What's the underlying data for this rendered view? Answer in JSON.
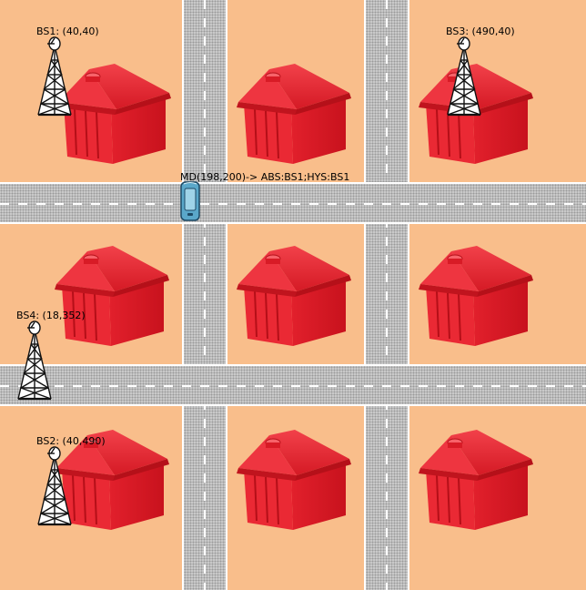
{
  "scene": {
    "background_color": "#f9be8b",
    "road_color": "#c9c9c9",
    "house_color": "#e8232f",
    "base_stations": [
      {
        "id": "bs1",
        "label": "BS1: (40,40)"
      },
      {
        "id": "bs3",
        "label": "BS3: (490,40)"
      },
      {
        "id": "bs4",
        "label": "BS4: (18,352)"
      },
      {
        "id": "bs2",
        "label": "BS2: (40,490)"
      }
    ],
    "mobile_device": {
      "label": "MD(198,200)-> ABS:BS1;HYS:BS1",
      "icon": "mobile-phone-icon"
    },
    "house_icon": "house-icon",
    "tower_icon": "antenna-tower-icon"
  }
}
